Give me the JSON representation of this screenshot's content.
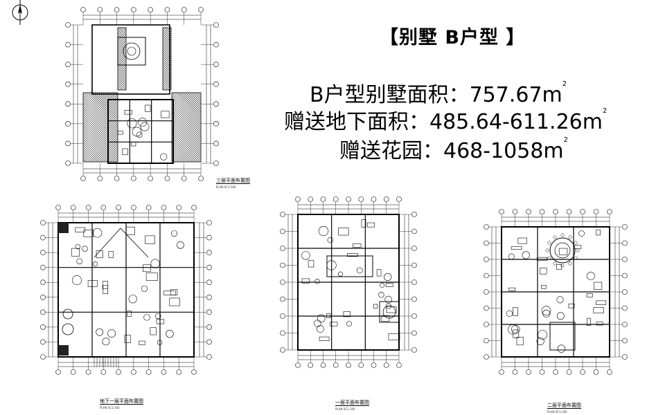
{
  "title": "【别墅 B户型 】",
  "info": {
    "area_label": "B户型别墅面积：757.67m",
    "basement_label": "赠送地下面积：485.64-611.26m",
    "garden_label": "赠送花园：468-1058m",
    "unit_superscript": "2"
  },
  "plans": {
    "third_floor": {
      "caption": "三层平面布置图",
      "sub": "PLAN      SC1:100"
    },
    "basement": {
      "caption": "地下一层平面布置图",
      "sub": "PLAN      SC1:100"
    },
    "first_floor": {
      "caption": "一层平面布置图",
      "sub": "PLAN      SC1:100"
    },
    "second_floor": {
      "caption": "二层平面布置图",
      "sub": "PLAN      SC1:100"
    }
  },
  "colors": {
    "line": "#000000",
    "hatch": "#222222",
    "background": "#ffffff"
  }
}
